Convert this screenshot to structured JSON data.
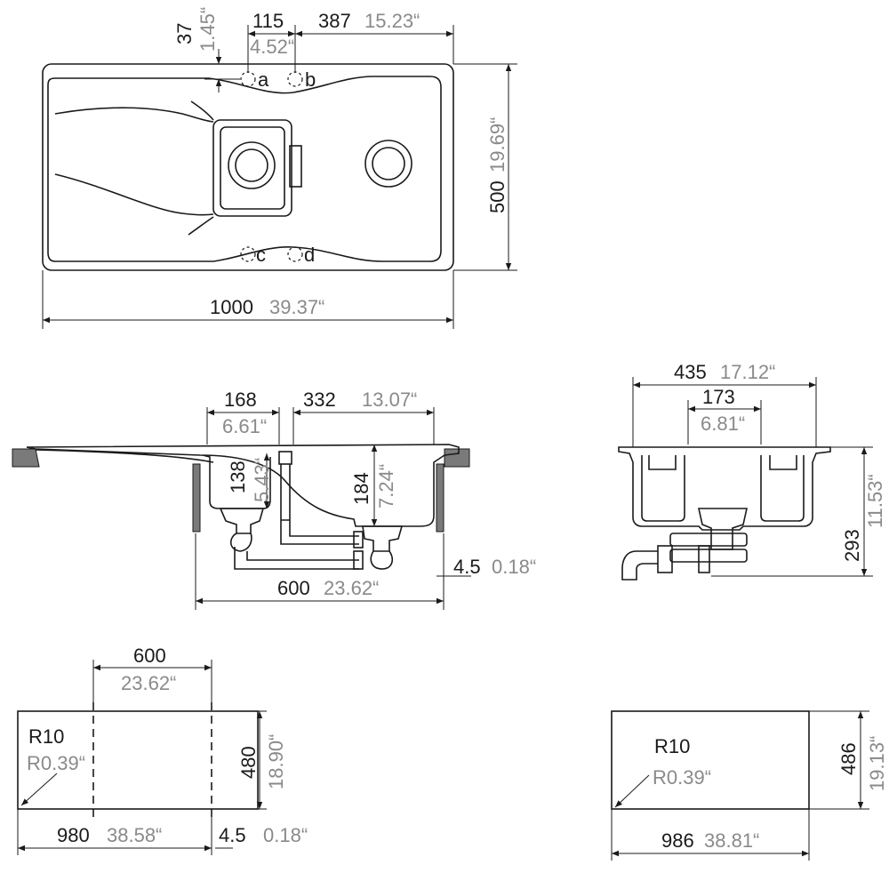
{
  "top_view": {
    "d_37": "37",
    "d_1_45": "1.45“",
    "d_115": "115",
    "d_4_52": "4.52“",
    "d_387": "387",
    "d_15_23": "15.23“",
    "d_500": "500",
    "d_19_69": "19.69“",
    "d_1000": "1000",
    "d_39_37": "39.37“",
    "hole_a": "a",
    "hole_b": "b",
    "hole_c": "c",
    "hole_d": "d"
  },
  "side_view": {
    "d_168": "168",
    "d_6_61": "6.61“",
    "d_332": "332",
    "d_13_07": "13.07“",
    "d_138": "138",
    "d_5_43": "5.43“",
    "d_184": "184",
    "d_7_24": "7.24“",
    "d_600": "600",
    "d_23_62": "23.62“",
    "d_4_5": "4.5",
    "d_0_18": "0.18“"
  },
  "end_view": {
    "d_435": "435",
    "d_17_12": "17.12“",
    "d_173": "173",
    "d_6_81": "6.81“",
    "d_293": "293",
    "d_11_53": "11.53“"
  },
  "cutout_left": {
    "d_600": "600",
    "d_23_62": "23.62“",
    "r10": "R10",
    "r039": "R0.39“",
    "d_480": "480",
    "d_18_90": "18.90“",
    "d_980": "980",
    "d_38_58": "38.58“",
    "d_4_5": "4.5",
    "d_0_18": "0.18“"
  },
  "cutout_right": {
    "r10": "R10",
    "r039": "R0.39“",
    "d_486": "486",
    "d_19_13": "19.13“",
    "d_986": "986",
    "d_38_81": "38.81“"
  }
}
